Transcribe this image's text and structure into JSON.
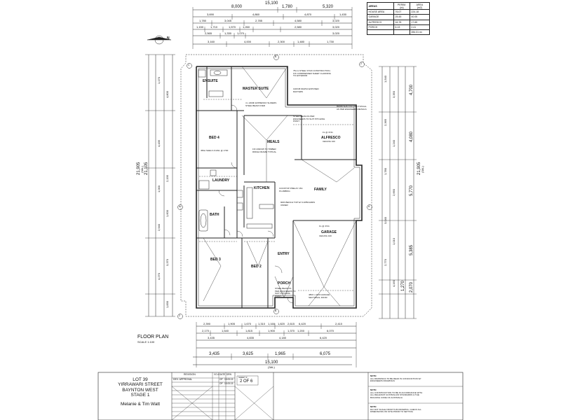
{
  "top_dims": {
    "overall": "15,100",
    "overall_tag": "(3AL)",
    "segments": [
      "8,000",
      "1,780",
      "5,320"
    ],
    "row2": [
      "3,690",
      "4,860",
      "4,870",
      "1,430"
    ],
    "row3": [
      "1,780",
      "3,045",
      "2,785",
      "4,580",
      "3,020"
    ],
    "row4": [
      "1,150",
      "1,710",
      "1,570",
      "1,260",
      "2,580",
      "3,020"
    ],
    "row5": [
      "2,565",
      "1,330",
      "1,070",
      "3,020"
    ],
    "row6": [
      "3,160",
      "4,000",
      "2,300",
      "1,480",
      "1,730"
    ]
  },
  "areas_table": {
    "title": "AREAS",
    "col_perim": "PERIM.",
    "col_perim_unit": "(m)",
    "col_area": "AREA",
    "col_area_unit": "(m2)",
    "rows": [
      {
        "name": "HOUSE AREA",
        "perim": "76.07",
        "area": "224.18"
      },
      {
        "name": "GARAGE",
        "perim": "25.45",
        "area": "40.05"
      },
      {
        "name": "ALFRESCO",
        "perim": "16.78",
        "area": "17.65"
      },
      {
        "name": "PORCH",
        "perim": "6.13",
        "area": "2.41"
      }
    ],
    "total": "284.31 m²"
  },
  "rooms": {
    "ensuite": "ENSUITE",
    "master": "MASTER SUITE",
    "bed4": "BED 4",
    "laundry": "LAUNDRY",
    "bath": "BATH",
    "bed3": "BED 3",
    "bed2": "BED 2",
    "meals": "MEALS",
    "kitchen": "KITCHEN",
    "family": "FAMILY",
    "alfresco": "ALFRESCO",
    "garage": "GARAGE",
    "entry": "ENTRY",
    "porch": "PORCH"
  },
  "notes": {
    "roof_note": "75mm STEEL STUD CONSTRUCTION, FIX COMPRESSED SHEET CLADDING TO EXTERIOR",
    "rafter_note": "130X45 MGP10 EXPOSED RAFTERS",
    "beam_note": "STEEL BEAM AS PER ENGINEERS TO SUIT PITCHING POINT",
    "column_note": "89X89 SHS COLUMN TYPICAL AS PER ENGINEERS DETAILS",
    "fix_note": "FIX 2/90X45 TO TIMBER RIDGE FRAME TYPICAL",
    "wall_note": "4 x 2400h EXPRESSO SLIDERS STEEL BEAM OVER",
    "shelf_note": "450w SHELF & RAIL @ 1700",
    "bench_note": "900h BENCH TOP W/ CUPBOARDS UNDER",
    "cooktop_note": "COOKTOP PRELAY 15A PLUMBING",
    "porch_note": "STEEL BEAM AS PER ENGINEERS TO SUIT PITCHING POINT",
    "garage_fl": "FL @ 3741",
    "garage_ceiling": "CEILING 100",
    "garage_door": "4800 x 2100 GARAGE SECTIONAL DOOR",
    "alfresco_fl": "FL @ 3741",
    "alfresco_ceiling": "CEILING 100"
  },
  "left_dims": {
    "overall": "21,905",
    "tag": "(3AL)",
    "inner": "21,105",
    "small": [
      "1,170",
      "4,800",
      "4,435",
      "2,195",
      "1,000",
      "1,600",
      "2,940",
      "3,370",
      "4,270",
      "1,830"
    ]
  },
  "right_dims": {
    "overall": "21,905",
    "tag": "(3AL)",
    "segments": [
      "4,700",
      "4,080",
      "5,770",
      "5,385",
      "2,070",
      "1,270"
    ],
    "small": [
      "1,540",
      "3,350",
      "2,365",
      "1,240",
      "1,780",
      "2,660",
      "3,040",
      "1,010",
      "2,770",
      "4,160"
    ]
  },
  "bottom_dims": {
    "row1": [
      "2,390",
      "1,905",
      "1,670",
      "1,310",
      "1,160",
      "1,820",
      "2,615",
      "6,420",
      "2,410"
    ],
    "row2": [
      "2,170",
      "1,540",
      "1,815",
      "1,900",
      "1,370",
      "1,200",
      "6,070"
    ],
    "row3": [
      "3,435",
      "4,835",
      "4,180",
      "6,420"
    ],
    "row4": [
      "3,435",
      "3,625",
      "1,965",
      "6,075"
    ],
    "overall": "15,100",
    "overall_tag": "(3AL)"
  },
  "title_block": {
    "heading": "FLOOR PLAN",
    "scale": "SCALE 1:100",
    "lot": "LOT 39",
    "street": "YIRRAWARI STREET",
    "suburb": "BAYNTON WEST",
    "stage": "STAGE 1",
    "client": "Melanie & Tim Watt",
    "rev_header": "REVISION",
    "rev_cols": [
      "VO #",
      "DATE",
      "DRN"
    ],
    "rev_row": [
      "DEV. APPROVAL",
      "",
      "OP",
      "15.05.15"
    ],
    "rev_row2": [
      "",
      "",
      "OP",
      "15.05.15"
    ],
    "sheet_label": "SHEET #",
    "sheet_value": "2 OF 6"
  },
  "right_notes": {
    "note_heading": "NOTE:",
    "note1": "ALL DRAWINGS TO BE READ IN CONJUNCTION W/ ENGINEERS DRAWINGS",
    "note2_heading": "NOTE:",
    "note2": "ALL CONSTRUCTION TO BE IN ACCORDANCE WITH ALL RELEVANT AUSTRALIAN STANDARDS & THE BUILDING CODE OF AUSTRALIA",
    "note3_heading": "NOTE:",
    "note3": "DO NOT SCALE FROM THIS DRAWING. CHECK ALL DIMENSIONS ON SITE PRIOR TO SETTING"
  },
  "markers": {
    "north": "N",
    "sec_a": "A",
    "sec_b": "B",
    "sec_1": "1",
    "sec_2": "2",
    "scale_label": "1:1"
  }
}
